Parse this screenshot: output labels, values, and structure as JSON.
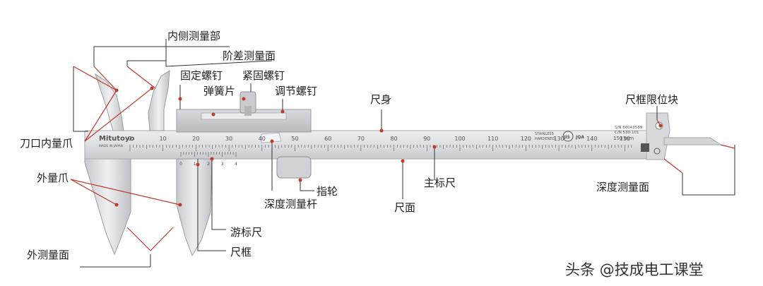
{
  "labels": {
    "inner_measure_part": "内侧测量部",
    "step_measure_face": "阶差测量面",
    "fixing_screw": "固定螺钉",
    "clamp_screw": "紧固螺钉",
    "spring_plate": "弹簧片",
    "adjust_screw": "调节螺钉",
    "main_body": "尺身",
    "frame_stop_block": "尺框限位块",
    "knife_inner_jaw": "刀口内量爪",
    "outer_jaw": "外量爪",
    "depth_rod": "深度测量杆",
    "thumb_wheel": "指轮",
    "main_scale": "主标尺",
    "scale_face": "尺面",
    "depth_measure_face": "深度测量面",
    "vernier_scale": "游标尺",
    "slider_frame": "尺框",
    "outer_measure_face": "外测量面"
  },
  "scale": {
    "main_numbers": [
      "0",
      "10",
      "20",
      "30",
      "40",
      "50",
      "60",
      "70",
      "80",
      "90",
      "100",
      "110",
      "120",
      "130",
      "140",
      "150"
    ],
    "vernier_numbers": [
      "0",
      "1",
      "2",
      "3",
      "4"
    ],
    "brand": "Mitutoyo",
    "brand_sub": "MADE IN JAPAN",
    "range": "150 mm",
    "serial_1": "S/N 80043589",
    "serial_2": "C/N 530-101",
    "steel_1": "STAINLESS",
    "steel_2": "HARDENED",
    "mark_jis": "JIS",
    "mark_jqa": "JQA"
  },
  "watermark": {
    "prefix": "头条",
    "account": "@技成电工课堂"
  },
  "colors": {
    "steel_light": "#e4e5e7",
    "steel_mid": "#cfd1d4",
    "steel_dark": "#9a9ca0",
    "leader_red": "#c0392b",
    "bracket": "#333333"
  }
}
